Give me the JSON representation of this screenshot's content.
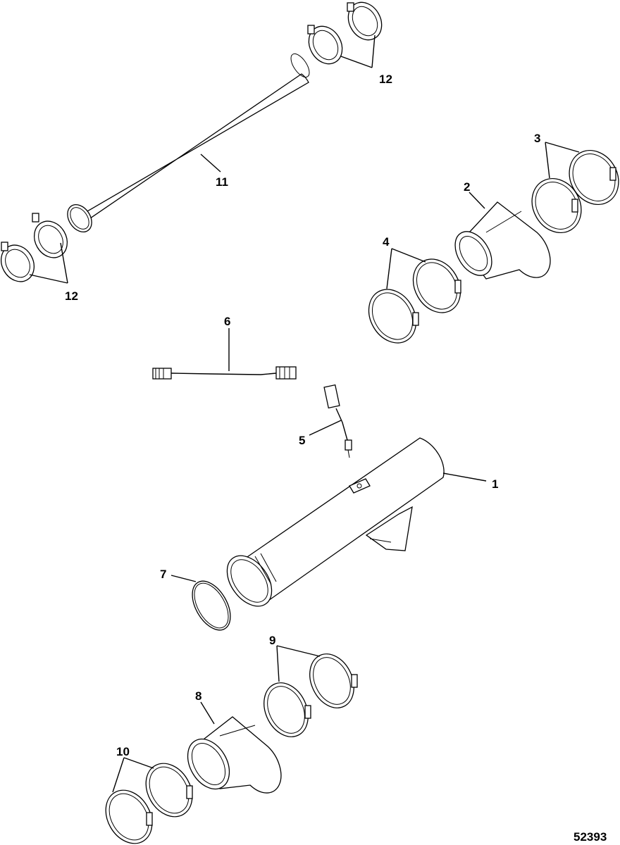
{
  "callouts": {
    "c1": "1",
    "c2": "2",
    "c3": "3",
    "c4": "4",
    "c5": "5",
    "c6": "6",
    "c7": "7",
    "c8": "8",
    "c9": "9",
    "c10": "10",
    "c11": "11",
    "c12a": "12",
    "c12b": "12"
  },
  "figure_number": "52393"
}
